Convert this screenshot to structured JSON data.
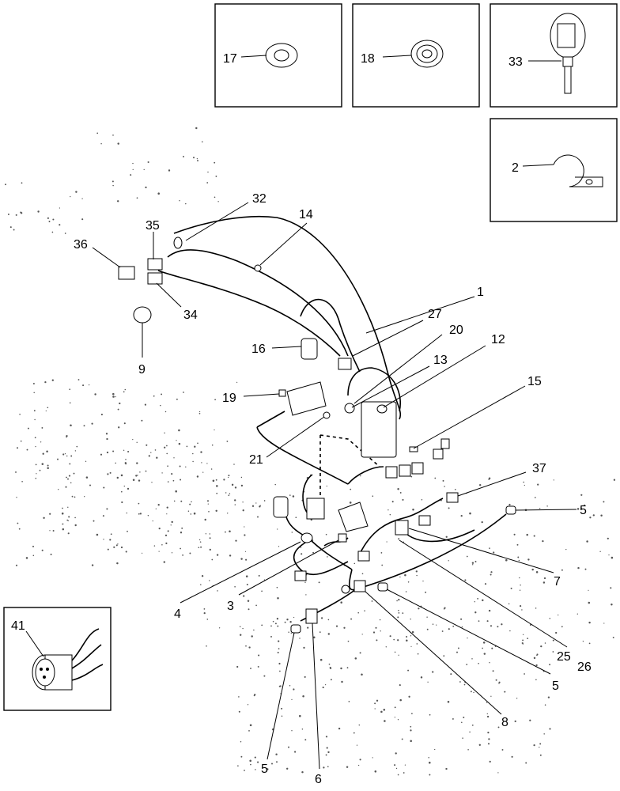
{
  "diagram": {
    "callouts": {
      "c1": "1",
      "c2": "2",
      "c3": "3",
      "c4": "4",
      "c5a": "5",
      "c5b": "5",
      "c5c": "5",
      "c6": "6",
      "c7": "7",
      "c8": "8",
      "c9": "9",
      "c12": "12",
      "c13": "13",
      "c14": "14",
      "c15": "15",
      "c16": "16",
      "c17": "17",
      "c18": "18",
      "c19": "19",
      "c20": "20",
      "c21": "21",
      "c25": "25",
      "c26": "26",
      "c27": "27",
      "c32": "32",
      "c33": "33",
      "c34": "34",
      "c35": "35",
      "c36": "36",
      "c37": "37",
      "c41": "41"
    }
  }
}
